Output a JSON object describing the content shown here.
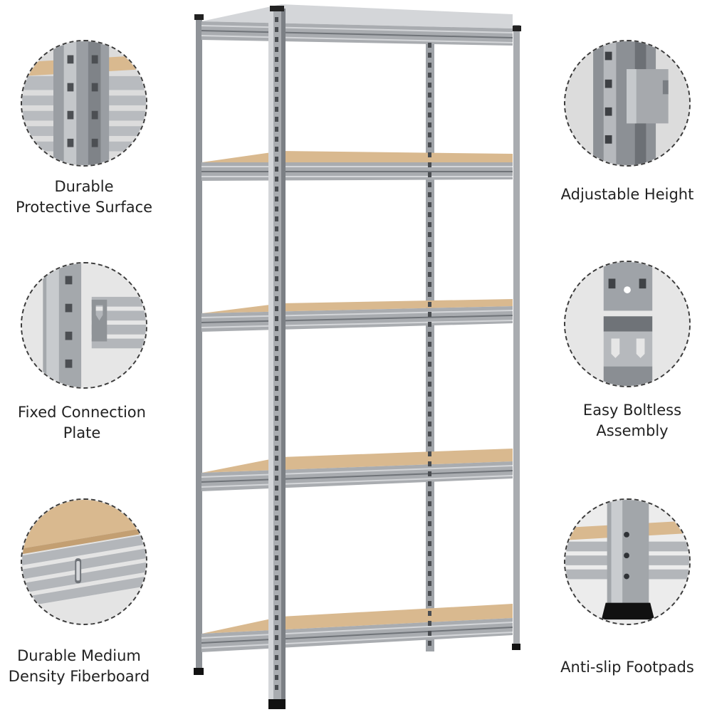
{
  "features_left": [
    {
      "id": "durable-protective-surface",
      "lines": [
        "Durable",
        "Protective Surface"
      ]
    },
    {
      "id": "fixed-connection-plate",
      "lines": [
        "Fixed Connection",
        "Plate"
      ]
    },
    {
      "id": "durable-mdf",
      "lines": [
        "Durable Medium",
        "Density Fiberboard"
      ]
    }
  ],
  "features_right": [
    {
      "id": "adjustable-height",
      "lines": [
        "Adjustable Height"
      ]
    },
    {
      "id": "easy-boltless-assembly",
      "lines": [
        "Easy Boltless",
        "Assembly"
      ]
    },
    {
      "id": "anti-slip-footpads",
      "lines": [
        "Anti-slip Footpads"
      ]
    }
  ],
  "colors": {
    "steel": "#a9acb0",
    "steel_dark": "#6f7378",
    "steel_light": "#d4d6d9",
    "board": "#d9b98f",
    "board_edge": "#c39f72",
    "foot": "#111111",
    "text": "#222222"
  },
  "product": {
    "name": "5-tier boltless metal shelving unit",
    "shelf_count": 5
  }
}
